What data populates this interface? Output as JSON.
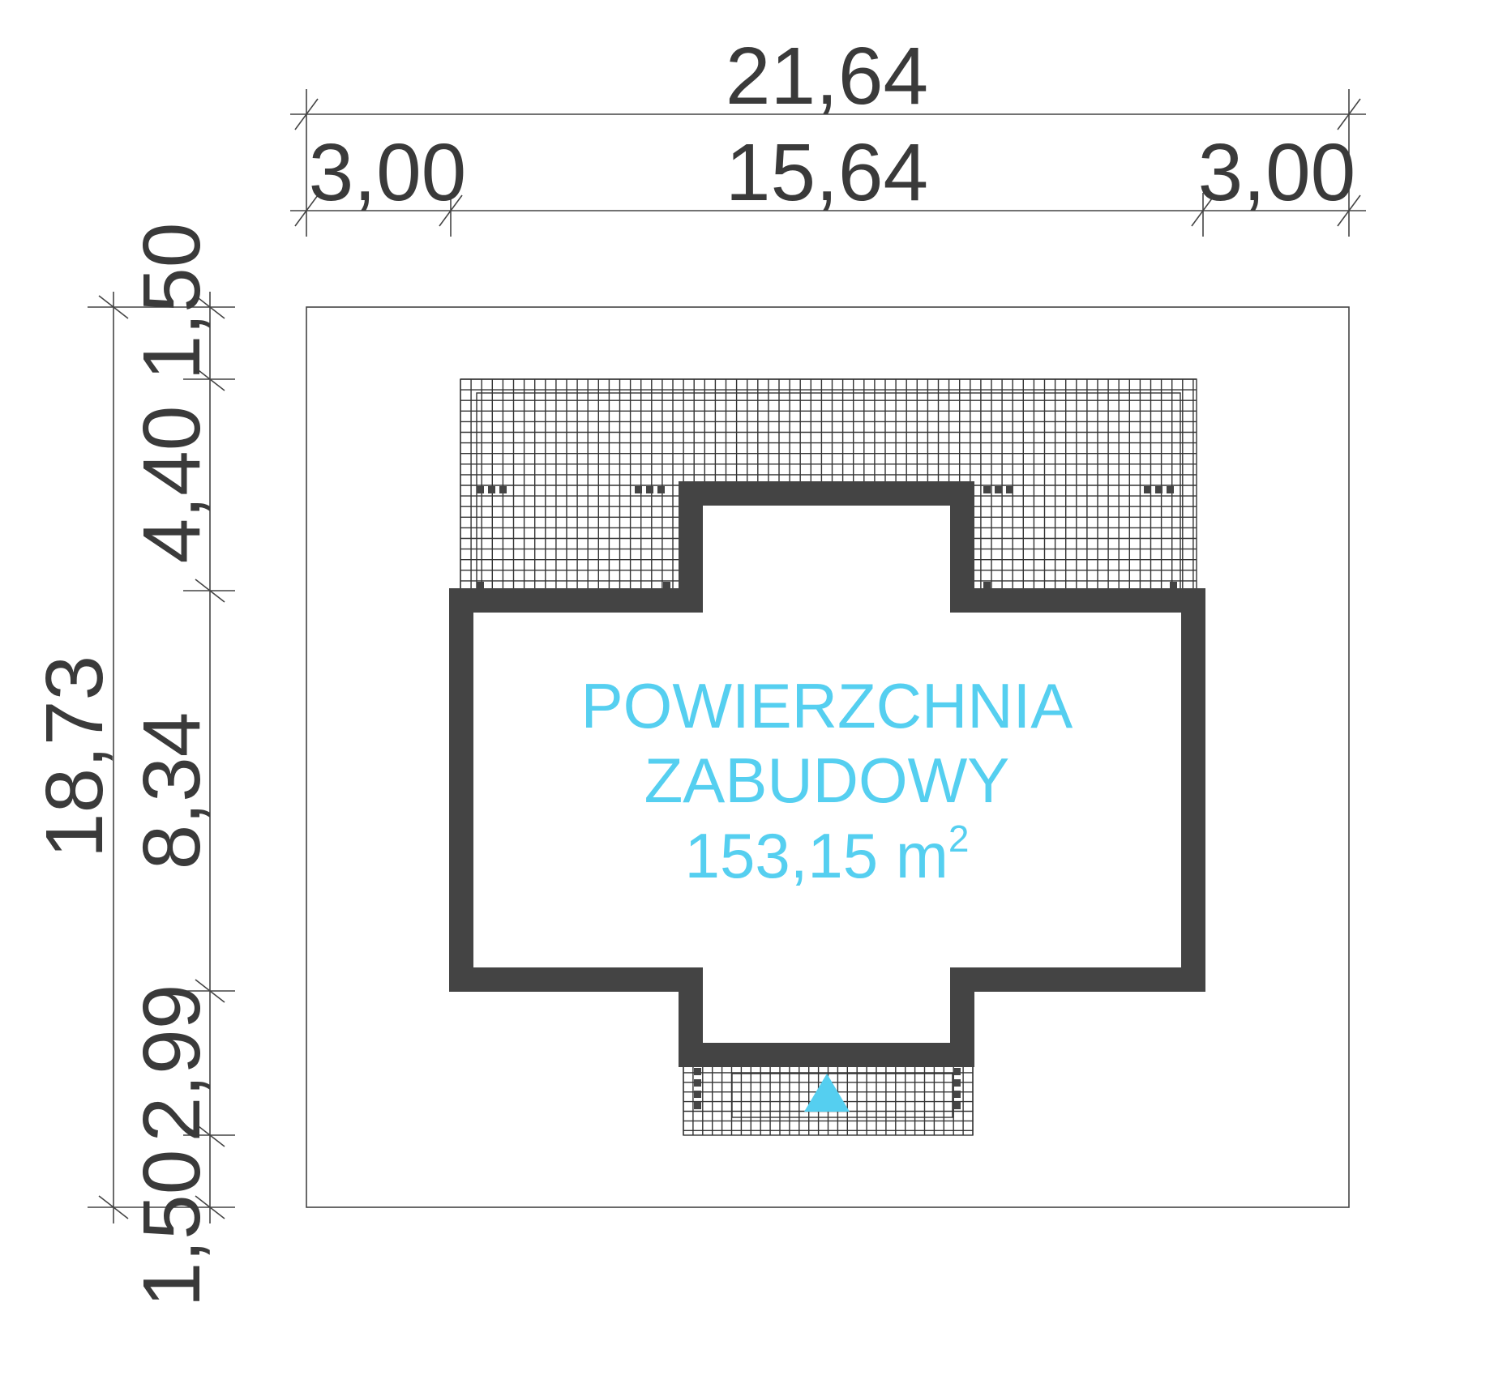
{
  "dimensions": {
    "top_total": "21,64",
    "top_left": "3,00",
    "top_middle": "15,64",
    "top_right": "3,00",
    "left_total": "18,73",
    "left_segments": [
      "1,50",
      "4,40",
      "8,34",
      "2,99",
      "1,50"
    ]
  },
  "area": {
    "line1": "POWIERZCHNIA",
    "line2": "ZABUDOWY",
    "value": "153,15 m",
    "unit_sup": "2"
  },
  "colors": {
    "wall": "#444444",
    "line": "#444444",
    "text": "#3a3a3a",
    "accent": "#55cff0"
  },
  "icons": {
    "entrance": "entrance-triangle-icon"
  }
}
